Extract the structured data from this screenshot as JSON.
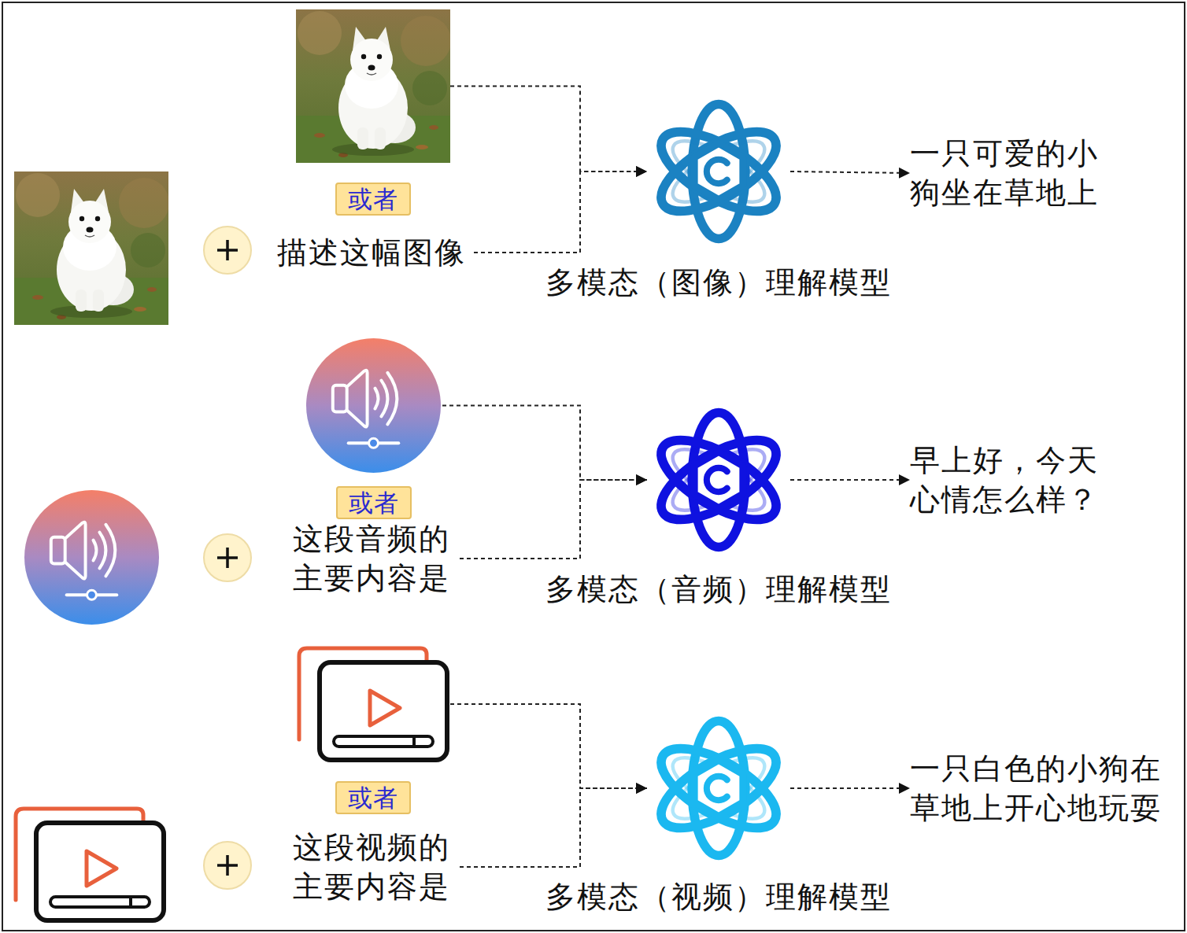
{
  "diagram": {
    "nodes": [
      {
        "text": [
          "或者"
        ]
      },
      {
        "text": [
          "描述这幅图像"
        ]
      },
      {
        "text": [
          "多模态（图像）理解模型"
        ]
      },
      {
        "text": [
          "一只可爱的小 狗坐在草地上"
        ]
      },
      {
        "text": [
          "或者"
        ]
      },
      {
        "text": [
          "这段音频的 主要内容是"
        ]
      },
      {
        "text": [
          "多模态（音频）理解模型"
        ]
      },
      {
        "text": [
          "早上好，今天 心情怎么样？"
        ]
      },
      {
        "text": [
          "或者"
        ]
      },
      {
        "text": [
          "这段视频的 主要内容是"
        ]
      },
      {
        "text": [
          "多模态（视频）理解模型"
        ]
      },
      {
        "text": [
          "一只白色的小狗在 草地上开心地玩耍"
        ]
      }
    ],
    "edges": [
      {
        "from": 0,
        "to": 2,
        "arrow": "to"
      },
      {
        "from": 1,
        "to": 2,
        "arrow": "to"
      },
      {
        "from": 2,
        "to": 3,
        "arrow": "to"
      },
      {
        "from": 4,
        "to": 6,
        "arrow": "to"
      },
      {
        "from": 5,
        "to": 6,
        "arrow": "to"
      },
      {
        "from": 6,
        "to": 7,
        "arrow": "to"
      },
      {
        "from": 8,
        "to": 10,
        "arrow": "to"
      },
      {
        "from": 9,
        "to": 10,
        "arrow": "to"
      },
      {
        "from": 10,
        "to": 11,
        "arrow": "to"
      }
    ]
  }
}
